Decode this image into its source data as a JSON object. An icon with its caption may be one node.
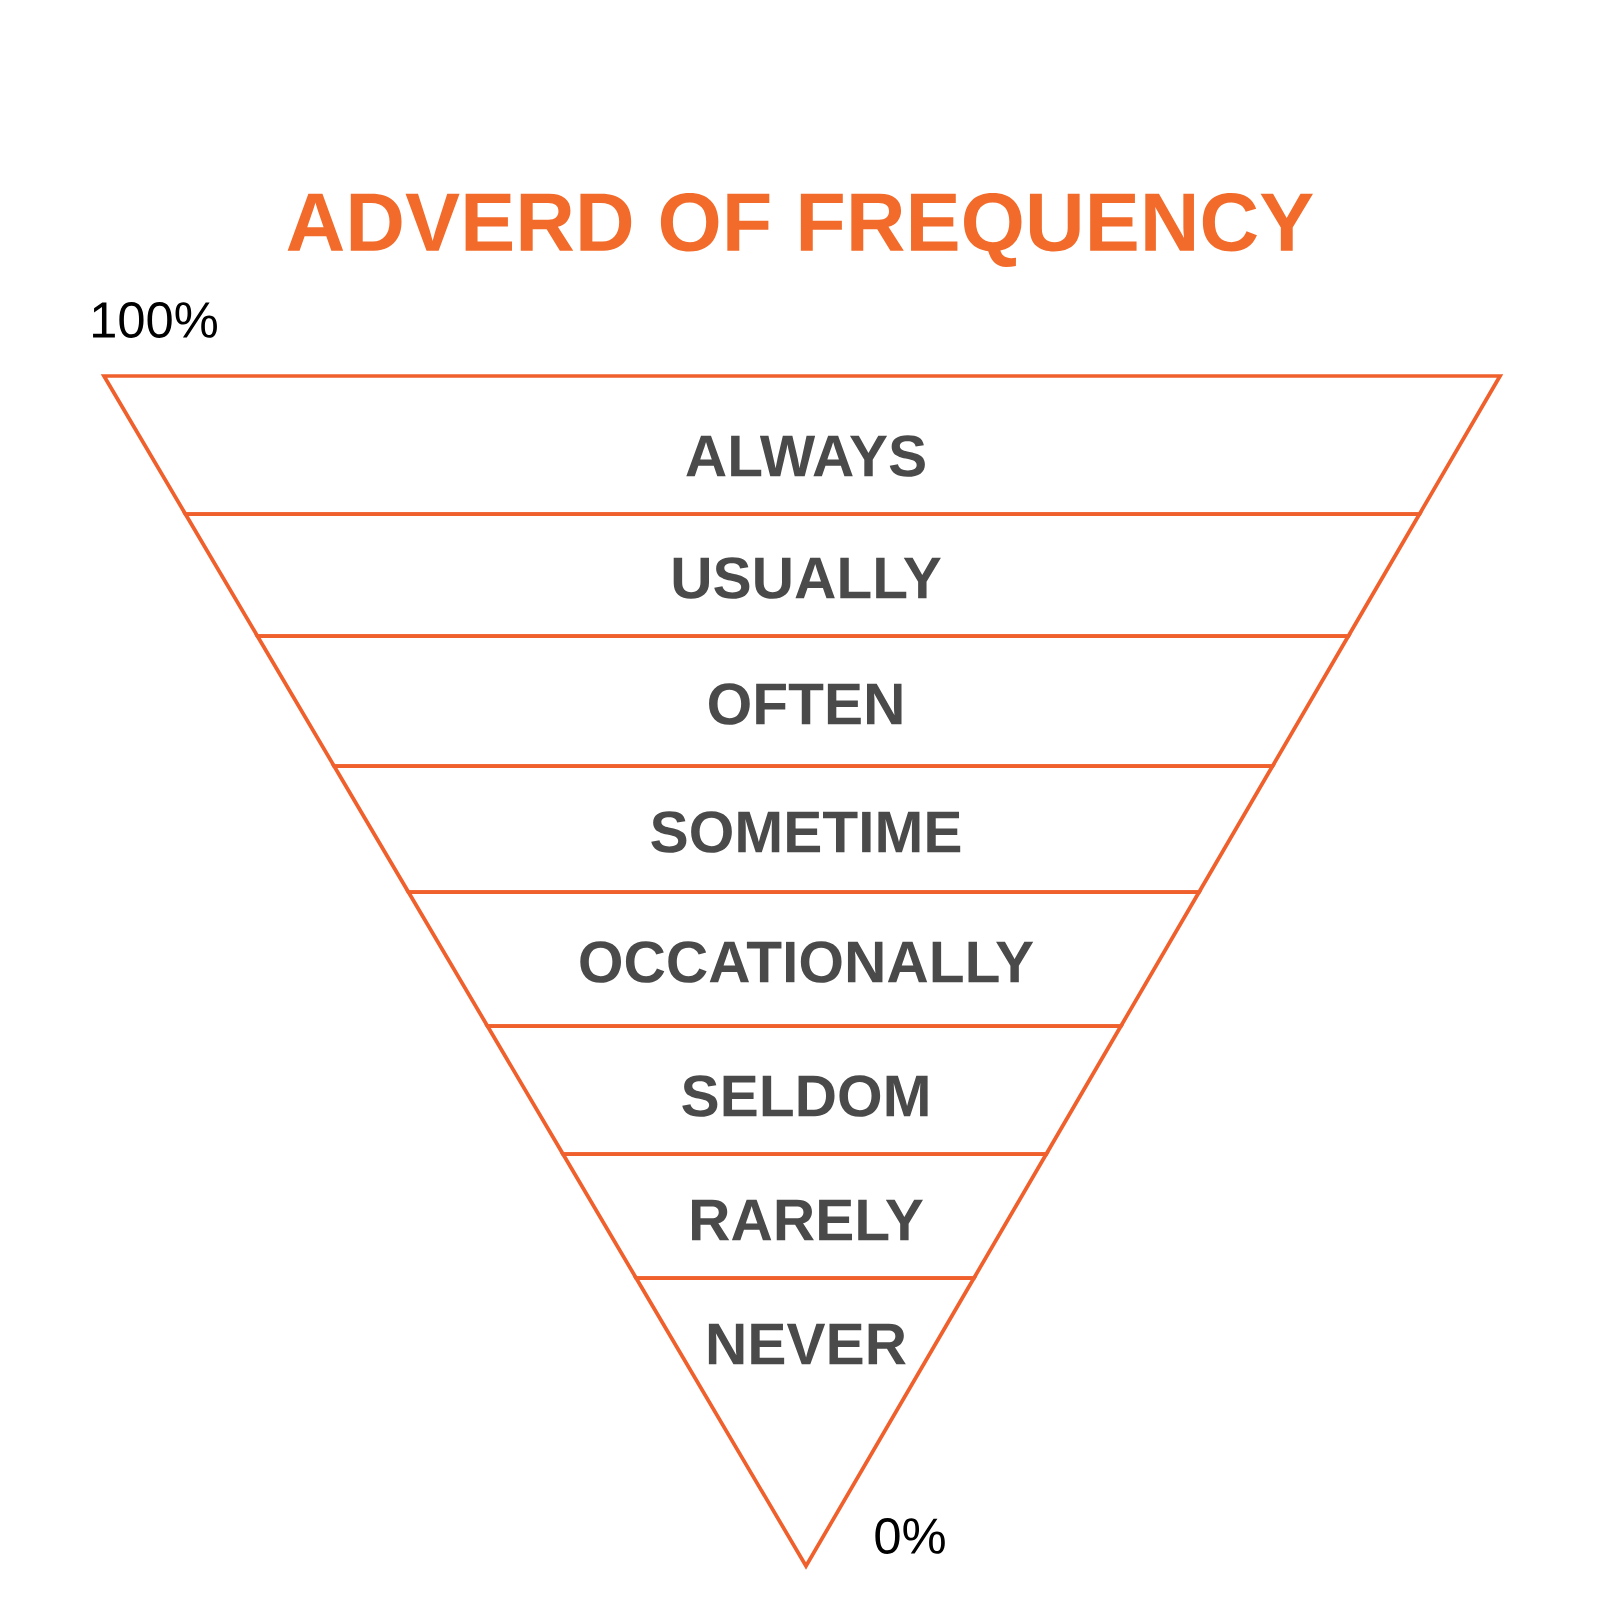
{
  "diagram": {
    "title": "ADVERD OF FREQUENCY",
    "nodes": [
      {
        "text": [
          "ALWAYS"
        ]
      },
      {
        "text": [
          "USUALLY"
        ]
      },
      {
        "text": [
          "OFTEN"
        ]
      },
      {
        "text": [
          "SOMETIME"
        ]
      },
      {
        "text": [
          "OCCATIONALLY"
        ]
      },
      {
        "text": [
          "SELDOM"
        ]
      },
      {
        "text": [
          "RARELY"
        ]
      },
      {
        "text": [
          "NEVER"
        ]
      }
    ],
    "labels": [
      "100%",
      "0%"
    ]
  }
}
